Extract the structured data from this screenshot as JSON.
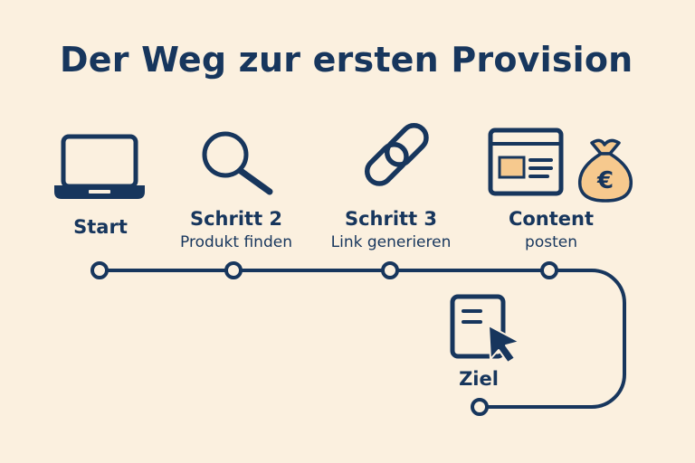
{
  "title": "Der Weg zur ersten Provision",
  "steps": [
    {
      "label": "Start",
      "sublabel": "",
      "icon": "laptop-icon"
    },
    {
      "label": "Schritt 2",
      "sublabel": "Produkt finden",
      "icon": "magnifier-icon"
    },
    {
      "label": "Schritt 3",
      "sublabel": "Link generieren",
      "icon": "chain-link-icon"
    },
    {
      "label": "Content",
      "sublabel": "posten",
      "icon": "webpage-icon"
    },
    {
      "label": "Ziel",
      "sublabel": "",
      "icon": "document-cursor-icon"
    }
  ],
  "money_bag": {
    "symbol": "€",
    "icon": "money-bag-icon"
  },
  "colors": {
    "background": "#fbf0df",
    "primary": "#17365d",
    "accent": "#f6c98e",
    "node_fill": "#fbf0df"
  }
}
